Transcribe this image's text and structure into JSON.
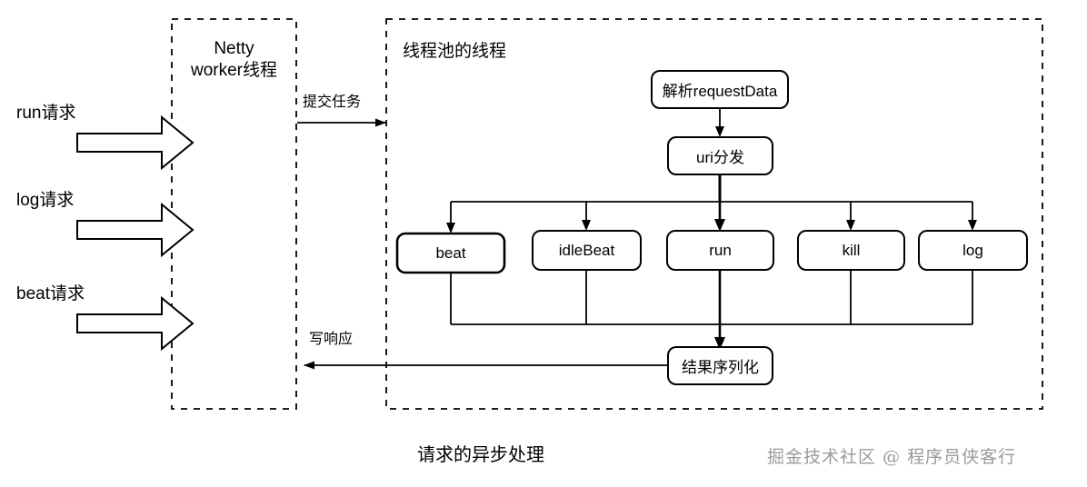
{
  "diagram": {
    "caption": "请求的异步处理",
    "watermark": "掘金技术社区 @ 程序员侠客行",
    "colors": {
      "stroke": "#000000",
      "background": "#ffffff",
      "watermark": "#9a9a9a"
    },
    "panels": [
      {
        "id": "netty",
        "title_line1": "Netty",
        "title_line2": "worker线程"
      },
      {
        "id": "pool",
        "title": "线程池的线程"
      }
    ],
    "requests": [
      {
        "label": "run请求"
      },
      {
        "label": "log请求"
      },
      {
        "label": "beat请求"
      }
    ],
    "edges": [
      {
        "id": "submit",
        "label": "提交任务"
      },
      {
        "id": "write-response",
        "label": "写响应"
      }
    ],
    "nodes": {
      "parse": "解析requestData",
      "dispatch": "uri分发",
      "serialize": "结果序列化"
    },
    "handlers": [
      {
        "label": "beat"
      },
      {
        "label": "idleBeat"
      },
      {
        "label": "run"
      },
      {
        "label": "kill"
      },
      {
        "label": "log"
      }
    ]
  }
}
